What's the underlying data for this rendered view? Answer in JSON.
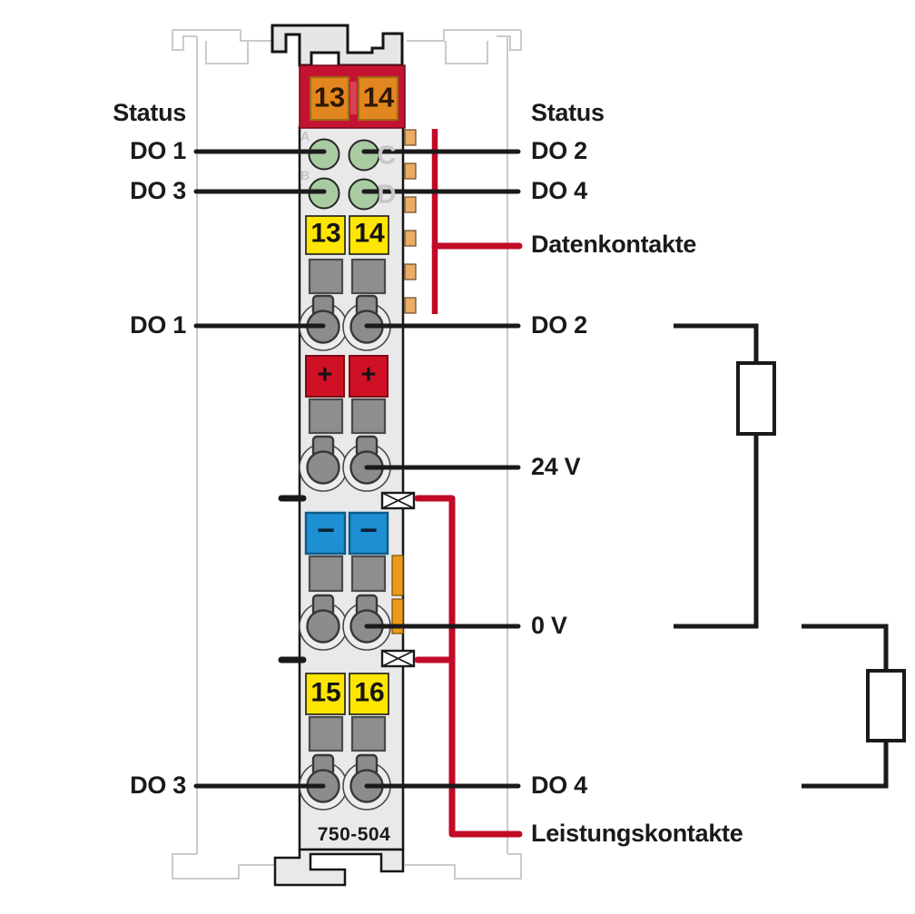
{
  "diagram": {
    "part_number": "750-504",
    "left_labels": {
      "status": "Status",
      "do1_led": "DO 1",
      "do3_led": "DO 3",
      "do1_terminal": "DO 1",
      "do3_terminal": "DO 3"
    },
    "right_labels": {
      "status": "Status",
      "do2_led": "DO 2",
      "do4_led": "DO 4",
      "data_contacts": "Datenkontakte",
      "do2_terminal": "DO 2",
      "supply_24v": "24 V",
      "supply_0v": "0 V",
      "do4_terminal": "DO 4",
      "power_contacts": "Leistungskontakte"
    },
    "terminals": {
      "top": [
        "13",
        "14"
      ],
      "upper": [
        "13",
        "14"
      ],
      "plus": [
        "+",
        "+"
      ],
      "minus": [
        "−",
        "−"
      ],
      "lower": [
        "15",
        "16"
      ]
    },
    "led_letters": [
      "A",
      "B",
      "C",
      "D"
    ],
    "colors": {
      "module_red": "#C41331",
      "annotation_red": "#C10A27",
      "terminal_yellow": "#FFE600",
      "terminal_blue": "#1E8FD2",
      "terminal_orange": "#E2861F",
      "data_contact_tan": "#EAAC66",
      "led_green": "#A9CBA2",
      "gray": "#8E8E8E",
      "body_gray": "#E9E9E9",
      "line_black": "#1A1A1A"
    }
  }
}
